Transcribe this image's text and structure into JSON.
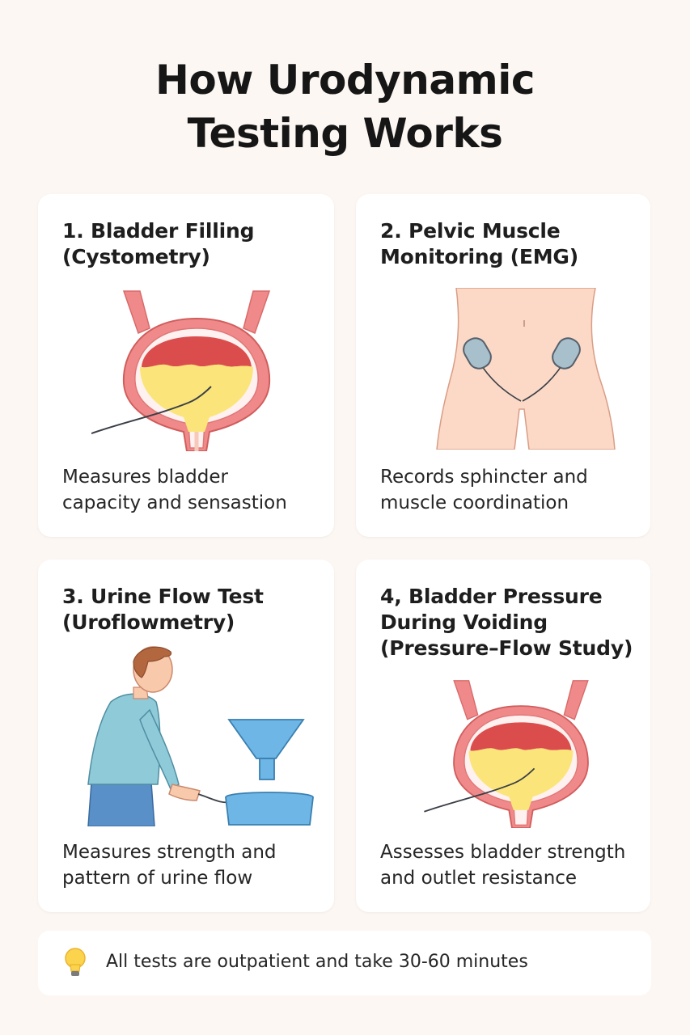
{
  "header": {
    "title_line1": "How Urodynamic",
    "title_line2": "Testing Works"
  },
  "cards": [
    {
      "title": "1. Bladder Filling\n(Cystometry)",
      "description": "Measures bladder\ncapacity and sensastion",
      "illustration": "bladder-catheter-icon"
    },
    {
      "title": "2. Pelvic Muscle\nMonitoring (EMG)",
      "description": "Records sphincter and\nmuscle coordination",
      "illustration": "pelvic-electrodes-icon"
    },
    {
      "title": "3. Urine Flow Test\n(Uroflowmetry)",
      "description": "Measures strength and\npattern of urine flow",
      "illustration": "person-funnel-icon"
    },
    {
      "title": "4, Bladder Pressure\nDuring Voiding\n(Pressure–Flow Study)",
      "description": "Assesses bladder strength\nand outlet resistance",
      "illustration": "bladder-pressure-icon"
    }
  ],
  "note": {
    "text": "All tests are outpatient and take 30-60 minutes",
    "icon": "lightbulb-icon"
  },
  "colors": {
    "background": "#fcf7f3",
    "card": "#ffffff",
    "bladder_wall": "#f08a8a",
    "bladder_muscle": "#db4d4d",
    "urine": "#fbe57a",
    "skin": "#fbd9c6",
    "electrode": "#a8bfcc",
    "funnel": "#6db6e6",
    "shirt": "#8fcad9",
    "pants": "#5a90c8",
    "bulb": "#fcd34d"
  }
}
